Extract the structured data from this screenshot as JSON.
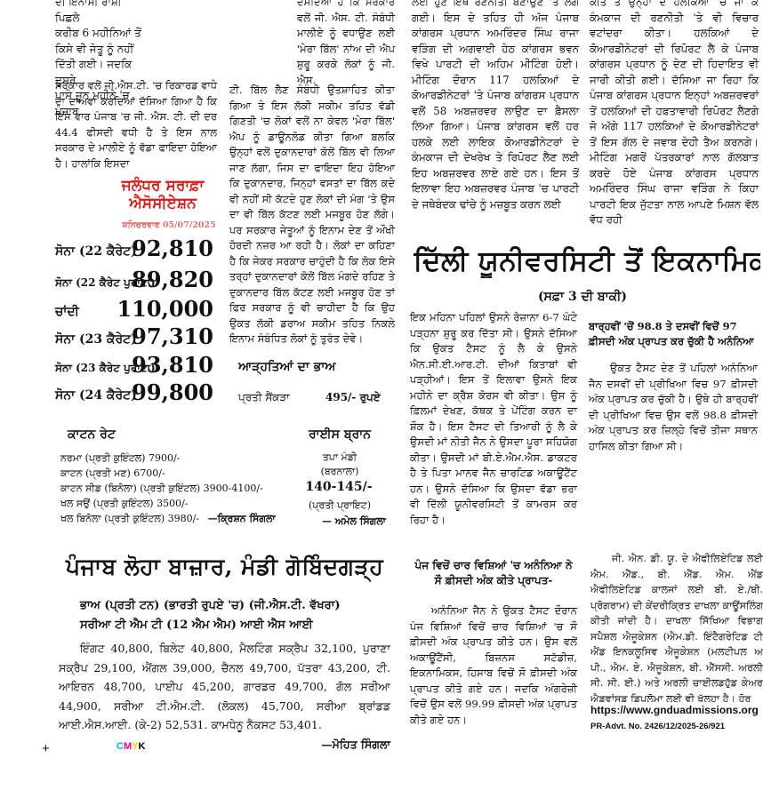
{
  "col_left": {
    "top_text": [
      "ਦੀ ਇਨਾਮੀ ਰਾਸ਼ੀ ਪਿਛਲੇ",
      "ਕਰੀਬ 6 ਮਹੀਨਿਆਂ ਤੋਂ",
      "ਕਿਸੇ ਵੀ ਜੇਤੂ ਨੂੰ ਨਹੀਂ",
      "ਦਿੱਤੀ ਗਈ। ਜਦਕਿ ਦੂਸਰੇ",
      "ਪਾਸੇ ਜੂਨ ਮਹੀਨੇ 'ਚ ਪੰਜਾਬ"
    ],
    "wide_text": "ਸਰਕਾਰ ਵਲੋਂ ਜੀ.ਐਸ.ਟੀ. 'ਚ ਰਿਕਾਰਡ ਵਾਧੇ ਦਾ ਦਾਅਵਾ ਕਰਦਿਆਂ ਦੱਸਿਆ ਗਿਆ ਹੈ ਕਿ ਇਸ ਵਾਰ ਪੰਜਾਬ 'ਚ ਜੀ. ਐਸ. ਟੀ. ਦੀ ਦਰ 44.4 ਫੀਸਦੀ ਵਧੀ ਹੈ ਤੇ ਇਸ ਨਾਲ ਸਰਕਾਰ ਦੇ ਮਾਲੀਏ ਨੂੰ ਵੱਡਾ ਫਾਇਦਾ ਹੋਇਆ ਹੈ। ਹਾਲਾਂਕਿ ਇਸਦਾ"
  },
  "bullion": {
    "title": "ਜਲੰਧਰ ਸਰਾਫ਼ਾ ਐਸੋਸੀਏਸ਼ਨ",
    "date": "ਸ਼ਨਿਚਰਵਾਰ 05/07/2025",
    "rates": [
      {
        "name": "ਸੋਨਾ (22 ਕੈਰੇਟ)",
        "value": "92,810"
      },
      {
        "name": "ਸੋਨਾ (22 ਕੈਰੇਟ ਪੁਰਾਣਾ)",
        "value": "89,820"
      },
      {
        "name": "ਚਾਂਦੀ",
        "value": "110,000"
      },
      {
        "name": "ਸੋਨਾ (23 ਕੈਰੇਟ)",
        "value": "97,310"
      },
      {
        "name": "ਸੋਨਾ (23 ਕੈਰੇਟ ਪੁਰਾਣਾ)",
        "value": "93,810"
      },
      {
        "name": "ਸੋਨਾ (24 ਕੈਰੇਟ)",
        "value": "99,800"
      }
    ]
  },
  "col_mid_left": {
    "top_text": "ਦਸਦਿਆਂ ਹੈ ਕਿ ਸਰਕਾਰ ਵਲੋਂ ਜੀ. ਐਸ. ਟੀ. ਸੰਬੰਧੀ ਮਾਲੀਏ ਨੂੰ ਵਧਾਉਣ ਲਈ 'ਮੇਰਾ ਬਿੱਲ' ਨਾਂਅ ਦੀ ਐਪ ਸ਼ੁਰੂ ਕਰਕੇ ਲੋਕਾਂ ਨੂੰ ਜੀ. ਐਸ.",
    "body": "ਟੀ. ਬਿੱਲ ਲੈਣ ਸੰਬੰਧੀ ਉਤਸ਼ਾਹਿਤ ਕੀਤਾ ਗਿਆ ਤੇ ਇਸ ਲੱਕੀ ਸਕੀਮ ਤਹਿਤ ਵੱਡੀ ਗਿਣਤੀ 'ਚ ਲੋਕਾਂ ਵਲੋਂ ਨਾ ਕੇਵਲ 'ਮੇਰਾ ਬਿੱਲ' ਐਪ ਨੂੰ ਡਾਊਨਲੋਡ ਕੀਤਾ ਗਿਆ ਬਲਕਿ ਉਨ੍ਹਾਂ ਵਲੋਂ ਦੁਕਾਨਦਾਰਾਂ ਕੋਲੋਂ ਬਿੱਲ ਵੀ ਲਿਆ ਜਾਣ ਲੱਗਾ, ਜਿਸ ਦਾ ਫਾਇਦਾ ਇਹ ਹੋਇਆ ਕਿ ਦੁਕਾਨਦਾਰ, ਜਿਨ੍ਹਾਂ ਵਸਤਾਂ ਦਾ ਬਿੱਲ ਕਦੇ ਵੀ ਨਹੀਂ ਸੀ ਕੱਟਦੇ ਹੁਣ ਲੋਕਾਂ ਦੀ ਮੰਗ 'ਤੇ ਉਸ ਦਾ ਵੀ ਬਿੱਲ ਕੱਟਣ ਲਈ ਮਜਬੂਰ ਹੋਣ ਲੱਗੇ। ਪਰ ਸਰਕਾਰ ਜੇਤੂਆਂ ਨੂੰ ਇਨਾਮ ਦੇਣ ਤੋਂ ਔਖੀ ਹੋਰਦੀ ਨਜ਼ਰ ਆ ਰਹੀ ਹੈ। ਲੋਕਾਂ ਦਾ ਕਹਿਣਾ ਹੈ ਕਿ ਜੇਕਰ ਸਰਕਾਰ ਚਾਹੁੰਦੀ ਹੈ ਕਿ ਲੋਕ ਇਸੇ ਤਰ੍ਹਾਂ ਦੁਕਾਨਦਾਰਾਂ ਕੋਲੋਂ ਬਿੱਲ ਮੰਗਦੇ ਰਹਿਣ ਤੇ ਦੁਕਾਨਦਾਰ ਬਿੱਲ ਕੱਟਣ ਲਈ ਮਜਬੂਰ ਹੋਣ ਤਾਂ ਫਿਰ ਸਰਕਾਰ ਨੂੰ ਵੀ ਚਾਹੀਦਾ ਹੈ ਕਿ ਉਹ ਉਕਤ ਲੱਕੀ ਡਰਾਅ ਸਕੀਮ ਤਹਿਤ ਨਿਕਲੇ ਇਨਾਮ ਸੰਬੰਧਿਤ ਲੋਕਾਂ ਨੂੰ ਤੁਰੰਤ ਦੇਵੇ।"
  },
  "commission": {
    "title": "ਆੜ੍ਹਤਿਆਂ ਦਾ ਭਾਅ",
    "label": "ਪ੍ਰਤੀ ਸੈਂਕੜਾ",
    "value": "495/- ਰੁਪਏ"
  },
  "cotton": {
    "title": "ਕਾਟਨ ਰੇਟ",
    "items": [
      "ਨਰਮਾ (ਪ੍ਰਤੀ ਕੁਇੰਟਲ) 7900/-",
      "ਕਾਟਨ (ਪ੍ਰਤੀ ਮਣ) 6700/-",
      "ਕਾਟਨ ਸੀਡ (ਬਿਨੋਲਾ) (ਪ੍ਰਤੀ ਕੁਇੰਟਲ) 3900-4100/-",
      "ਖਲ ਸਉਂ (ਪ੍ਰਤੀ ਕੁਇੰਟਲ) 3500/-",
      "ਖਲ ਬਿਨੋਲਾ (ਪ੍ਰਤੀ ਕੁਇੰਟਲ) 3980/-"
    ],
    "byline": "—ਕ੍ਰਿਸ਼ਨ ਸਿੰਗਲਾ"
  },
  "rice": {
    "title": "ਰਾਈਸ ਬ੍ਰਾਨ",
    "market": "ਤਪਾ ਮੰਡੀ",
    "location": "(ਬਰਨਾਲਾ)",
    "price": "140-145/-",
    "unit": "(ਪ੍ਰਤੀ ਪ੍ਰਾਇਟ)",
    "byline": "— ਅਮੇਲ ਸਿੰਗਲਾ"
  },
  "iron": {
    "title": "ਪੰਜਾਬ ਲੋਹਾ ਬਾਜ਼ਾਰ, ਮੰਡੀ ਗੋਬਿੰਦਗੜ੍ਹ",
    "sub1": "ਭਾਅ (ਪ੍ਰਤੀ ਟਨ) (ਭਾਰਤੀ ਰੁਪਏ 'ਚ) (ਜੀ.ਐਸ.ਟੀ. ਵੱਖਰਾ)",
    "sub2": "ਸਰੀਆ ਟੀ ਐਮ ਟੀ (12 ਐਮ ਐਮ) ਆਈ ਐਸ ਆਈ",
    "body": "ਇੰਗਟ 40,800, ਬਿਲੇਟ 40,800, ਮੈਲਟਿੰਗ ਸਕ੍ਰੈਪ 32,100, ਪੁਰਾਣਾ ਸਕ੍ਰੈਪ 29,100, ਐਂਗਲ 39,000, ਚੈਨਲ 49,700, ਪੱਤਰਾ 43,200, ਟੀ. ਆਇਰਨ 48,700, ਪਾਈਪ 45,200, ਗਾਰਡਰ 49,700, ਗੋਲ ਸਰੀਆ 44,900, ਸਰੀਆ ਟੀ.ਐਮ.ਟੀ. (ਲੋਕਲ) 45,700, ਸਰੀਆ ਬ੍ਰਾਂਡਡ ਆਈ.ਐਸ.ਆਈ. (ਕੇ-2) 52,531. ਕਾਮਧੇਨੂ ਨੈਕਸਟ 53,401.",
    "byline": "—ਮੋਹਿਤ ਸਿੰਗਲਾ"
  },
  "col_mid": {
    "top_text": "ਲਈ ਹੁਣ ਇਥੇ ਰਣਨੀਤੀ ਬਣਾਉਣ 'ਤੇ ਲਗ ਗਈ। ਇਸ ਦੇ ਤਹਿਤ ਹੀ ਅੱਜ ਪੰਜਾਬ ਕਾਂਗਰਸ ਪ੍ਰਧਾਨ ਅਮਰਿੰਦਰ ਸਿੰਘ ਰਾਜਾ ਵੜਿੰਗ ਦੀ ਅਗਵਾਈ ਹੇਠ ਕਾਂਗਰਸ ਭਵਨ ਵਿਖੇ ਪਾਰਟੀ ਦੀ ਅਹਿਮ ਮੀਟਿੰਗ ਹੋਈ। ਮੀਟਿੰਗ ਦੌਰਾਨ 117 ਹਲਕਿਆਂ ਦੇ ਕੋਆਰਡੀਨੇਟਰਾਂ 'ਤੇ ਪੰਜਾਬ ਕਾਂਗਰਸ ਪ੍ਰਧਾਨ ਵਲੋਂ 58 ਅਬਜ਼ਰਵਰ ਲਾਉਣ ਦਾ ਫ਼ੈਸਲਾ ਲਿਆ ਗਿਆ। ਪੰਜਾਬ ਕਾਂਗਰਸ ਵਲੋਂ ਹਰ ਹਲਕੇ ਲਈ ਲਾਇਕ ਕੋਆਰਡੀਨੇਟਰਾਂ ਦੇ ਕੰਮਕਾਜ ਦੀ ਦੇਖਰੇਖ ਤੇ ਰਿਪੋਰਟ ਲੈਣ ਲਈ ਇਹ ਅਬਜ਼ਰਵਰ ਲਾਏ ਗਏ ਹਨ। ਇਸ ਤੋਂ ਇਲਾਵਾ ਇਹ ਅਬਜ਼ਰਵਰ ਪੰਜਾਬ 'ਚ ਪਾਰਟੀ ਦੇ ਜਥੇਬੰਦਕ ਢਾਂਚੇ ਨੂੰ ਮਜ਼ਬੂਤ ਕਰਨ ਲਈ"
  },
  "col_right": {
    "top_text": "ਕੀਤੇ ਤੇ ਉਨ੍ਹਾਂ ਦੇ ਹਲਕਿਆਂ 'ਚ ਜਾ ਕੇ ਕੰਮਕਾਜ ਦੀ ਰਣਨੀਤੀ 'ਤੇ ਵੀ ਵਿਚਾਰ ਵਟਾਂਦਰਾ ਕੀਤਾ। ਹਲਕਿਆਂ ਦੇ ਕੋਆਰਡੀਨੇਟਰਾਂ ਦੀ ਰਿਪੋਰਟ ਲੈ ਕੇ ਪੰਜਾਬ ਕਾਂਗਰਸ ਪ੍ਰਧਾਨ ਨੂੰ ਦੇਣ ਦੀ ਹਿਦਾਇਤ ਵੀ ਜਾਰੀ ਕੀਤੀ ਗਈ। ਦੱਸਿਆ ਜਾ ਰਿਹਾ ਕਿ ਪੰਜਾਬ ਕਾਂਗਰਸ ਪ੍ਰਧਾਨ ਇਨ੍ਹਾਂ ਅਬਜ਼ਰਵਰਾਂ ਤੋਂ ਹਲਕਿਆਂ ਦੀ ਹਫ਼ਤਾਵਾਰੀ ਰਿਪੋਰਟ ਲੈਣਗੇ ਜੋ ਅੱਗੇ 117 ਹਲਕਿਆਂ ਦੇ ਕੋਆਰਡੀਨੇਟਰਾਂ ਤੋਂ ਇਸ ਗੱਲ ਦੇ ਜਵਾਬ ਦੇਹੀ ਤੈਅ ਕਰਨਗੇ। ਮੀਟਿੰਗ ਮਗਰੋਂ ਪੱਤਰਕਾਰਾਂ ਨਾਲ ਗੱਲਬਾਤ ਕਰਦੇ ਹੋਏ ਪੰਜਾਬ ਕਾਂਗਰਸ ਪ੍ਰਧਾਨ ਅਮਰਿੰਦਰ ਸਿੰਘ ਰਾਜਾ ਵੜਿੰਗ ਨੇ ਕਿਹਾ ਪਾਰਟੀ ਇਕ ਜੁੱਟਤਾ ਨਾਲ ਆਪਣੇ ਮਿਸ਼ਨ ਵੱਲ ਵੱਧ ਰਹੀ"
  },
  "du_article": {
    "headline": "ਦਿੱਲੀ ਯੂਨੀਵਰਸਿਟੀ ਤੋਂ ਇਕਨਾਮਿਕਸ ਵਿਚ ...",
    "continued": "(ਸਫ਼ਾ 3 ਦੀ ਬਾਕੀ)",
    "col1": "ਇਕ ਮਹਿਨਾ ਪਹਿਲਾਂ ਉਸਨੇ ਰੋਜ਼ਾਨਾ 6-7 ਘੰਟੇ ਪੜ੍ਹਨਾ ਸ਼ੁਰੂ ਕਰ ਦਿੱਤਾ ਸੀ। ਉਸਨੇ ਦੱਸਿਆ ਕਿ ਉਕਤ ਟੈਸਟ ਨੂੰ ਲੈ ਕੇ ਉਸਨੇ ਐਨ.ਸੀ.ਈ.ਆਰ.ਟੀ. ਦੀਆਂ ਕਿਤਾਬਾਂ ਵੀ ਪੜ੍ਹੀਆਂ। ਇਸ ਤੋਂ ਇਲਾਵਾ ਉਸਨੇ ਇਕ ਮਹੀਨੇ ਦਾ ਕ੍ਰੈਸ਼ ਕੋਰਸ ਵੀ ਕੀਤਾ। ਉਸ ਨੂੰ ਫ਼ਿਲਮਾਂ ਦੇਖਣ, ਕੱਥਕ ਤੇ ਪੇਂਟਿੰਗ ਕਰਨ ਦਾ ਸ਼ੌਕ ਹੈ। ਇਸ ਟੈਸਟ ਦੀ ਤਿਆਰੀ ਨੂੰ ਲੈ ਕੇ ਉਸਦੀ ਮਾਂ ਨੀਤੀ ਜੈਨ ਨੇ ਉਸਦਾ ਪੂਰਾ ਸਹਿਯੋਗ ਕੀਤਾ। ਉਸਦੀ ਮਾਂ ਬੀ.ਏ.ਐਮ.ਐਸ. ਡਾਕਟਰ ਹੈ ਤੇ ਪਿਤਾ ਮਾਨਵ ਜੈਨ ਚਾਰਟਿਡ ਅਕਾਊਂਟੈਂਟ ਹਨ। ਉਸਨੇ ਦੱਸਿਆ ਕਿ ਉਸਦਾ ਵੱਡਾ ਭਰਾ ਵੀ ਦਿੱਲੀ ਯੂਨੀਵਰਸਿਟੀ ਤੋਂ ਕਾਮਰਸ ਕਰ ਰਿਹਾ ਹੈ।",
    "sub1": "ਪੰਜ ਵਿਚੋਂ ਚਾਰ ਵਿਸ਼ਿਆਂ 'ਚ ਅਨੰਨਿਆ ਨੇ ਸੌ ਫ਼ੀਸਦੀ ਅੰਕ ਕੀਤੇ ਪ੍ਰਾਪਤ-",
    "col1b": "ਅਨੰਨਿਆ ਜੈਨ ਨੇ ਉਕਤ ਟੈਸਟ ਦੌਰਾਨ ਪੰਜ ਵਿਸ਼ਿਆਂ ਵਿਚੋਂ ਚਾਰ ਵਿਸ਼ਿਆਂ 'ਚ ਸੌ ਫ਼ੀਸਦੀ ਅੰਕ ਪ੍ਰਾਪਤ ਕੀਤੇ ਹਨ। ਉਸ ਵਲੋਂ ਅਕਾਊਂਟੈਂਸੀ, ਬਿਜ਼ਨਸ ਸਟੱਡੀਜ਼, ਇਕਨਾਮਿਕਸ, ਹਿਸਾਬ ਵਿਚੋਂ ਸੌ ਫ਼ੀਸਦੀ ਅੰਕ ਪ੍ਰਾਪਤ ਕੀਤੇ ਗਏ ਹਨ। ਜਦਕਿ ਅੰਗਰੇਜ਼ੀ ਵਿਚੋਂ ਉਸ ਵਲੋਂ 99.99 ਫ਼ੀਸਦੀ ਅੰਕ ਪ੍ਰਾਪਤ ਕੀਤੇ ਗਏ ਹਨ।",
    "sub2": "ਬਾਰ੍ਹਵੀਂ 'ਚੋਂ 98.8 ਤੇ ਦਸਵੀਂ ਵਿਚੋਂ 97 ਫ਼ੀਸਦੀ ਅੰਕ ਪ੍ਰਾਪਤ ਕਰ ਚੁੱਕੀ ਹੈ ਅਨੰਨਿਆ",
    "col2": "ਉਕਤ ਟੈਸਟ ਦੇਣ ਤੋਂ ਪਹਿਲਾਂ ਅਨੰਨਿਆ ਜੈਨ ਦਸਵੀਂ ਦੀ ਪ੍ਰੀਖਿਆ ਵਿਚ 97 ਫ਼ੀਸਦੀ ਅੰਕ ਪ੍ਰਾਪਤ ਕਰ ਚੁੱਕੀ ਹੈ। ਉਥੇ ਹੀ ਬਾਰ੍ਹਵੀਂ ਦੀ ਪ੍ਰੀਖਿਆ ਵਿਚ ਉਸ ਵਲੋਂ 98.8 ਫ਼ੀਸਦੀ ਅੰਕ ਪ੍ਰਾਪਤ ਕਰ ਜ਼ਿਲ੍ਹੇ ਵਿਚੋਂ ਤੀਜਾ ਸਥਾਨ ਹਾਸਿਲ ਕੀਤਾ ਗਿਆ ਸੀ।"
  },
  "ad": {
    "body": "ਜੀ. ਐਨ. ਡੀ. ਯੂ. ਦੇ ਐਫੀਲਿਏਟਿਡ ਲਈ ਐਮ. ਐੱਡ., ਬੀ. ਐੱਡ. ਐਮ. ਐਂਡ ਐਫੀਲਿਏਟਿਡ ਕਾਲਜਾਂ ਲਈ ਬੀ. ਏ./ਬੀ. ਪ੍ਰੋਗਰਾਮ) ਦੀ ਕੇਂਦਰੀਕ੍ਰਿਤ ਦਾਖਲਾ ਕਾਊਂਸਲਿੰਗ ਕੀਤੀ ਜਾਂਦੀ ਹੈ। ਦਾਖਲਾ ਸਿੱਖਿਆ ਵਿਭਾਗ ਸਪੈਸ਼ਲ ਐਜੂਕੇਸ਼ਨ (ਐਮ.ਡੀ. ਇੰਟੈਗਰੇਟਿਡ ਟੀ ਐਂਡ ਇਨਕਲੂਸਿਵ ਐਜੂਕੇਸ਼ਨ (ਮਲਟੀਪਲ ਅ ਪੀ., ਐਮ. ਏ. ਐਜੂਕੇਸ਼ਨ, ਬੀ. ਐੱਸਸੀ. ਅਰਲੀ ਸੀ. ਸੀ. ਈ.) ਅਤੇ ਅਰਲੀ ਚਾਈਲਡਹੁੱਡ ਕੇਅਰ ਐਡਵਾਂਸਡ ਡਿਪਲੋਮਾ ਲਈ ਵੀ ਖੁੱਲ੍ਹਾ ਹੈ। ਹੋਰ",
    "url": "https://www.gnduadmissions.org",
    "ref": "PR-Advt. No. 2426/12/2025-26/921"
  },
  "footer": {
    "plus": "+",
    "cmyk": [
      "C",
      "M",
      "Y",
      "K"
    ],
    "colors": {
      "C": "#00aeef",
      "M": "#ec008c",
      "Y": "#ffd500",
      "K": "#000000",
      "red": "#d0211c"
    }
  }
}
